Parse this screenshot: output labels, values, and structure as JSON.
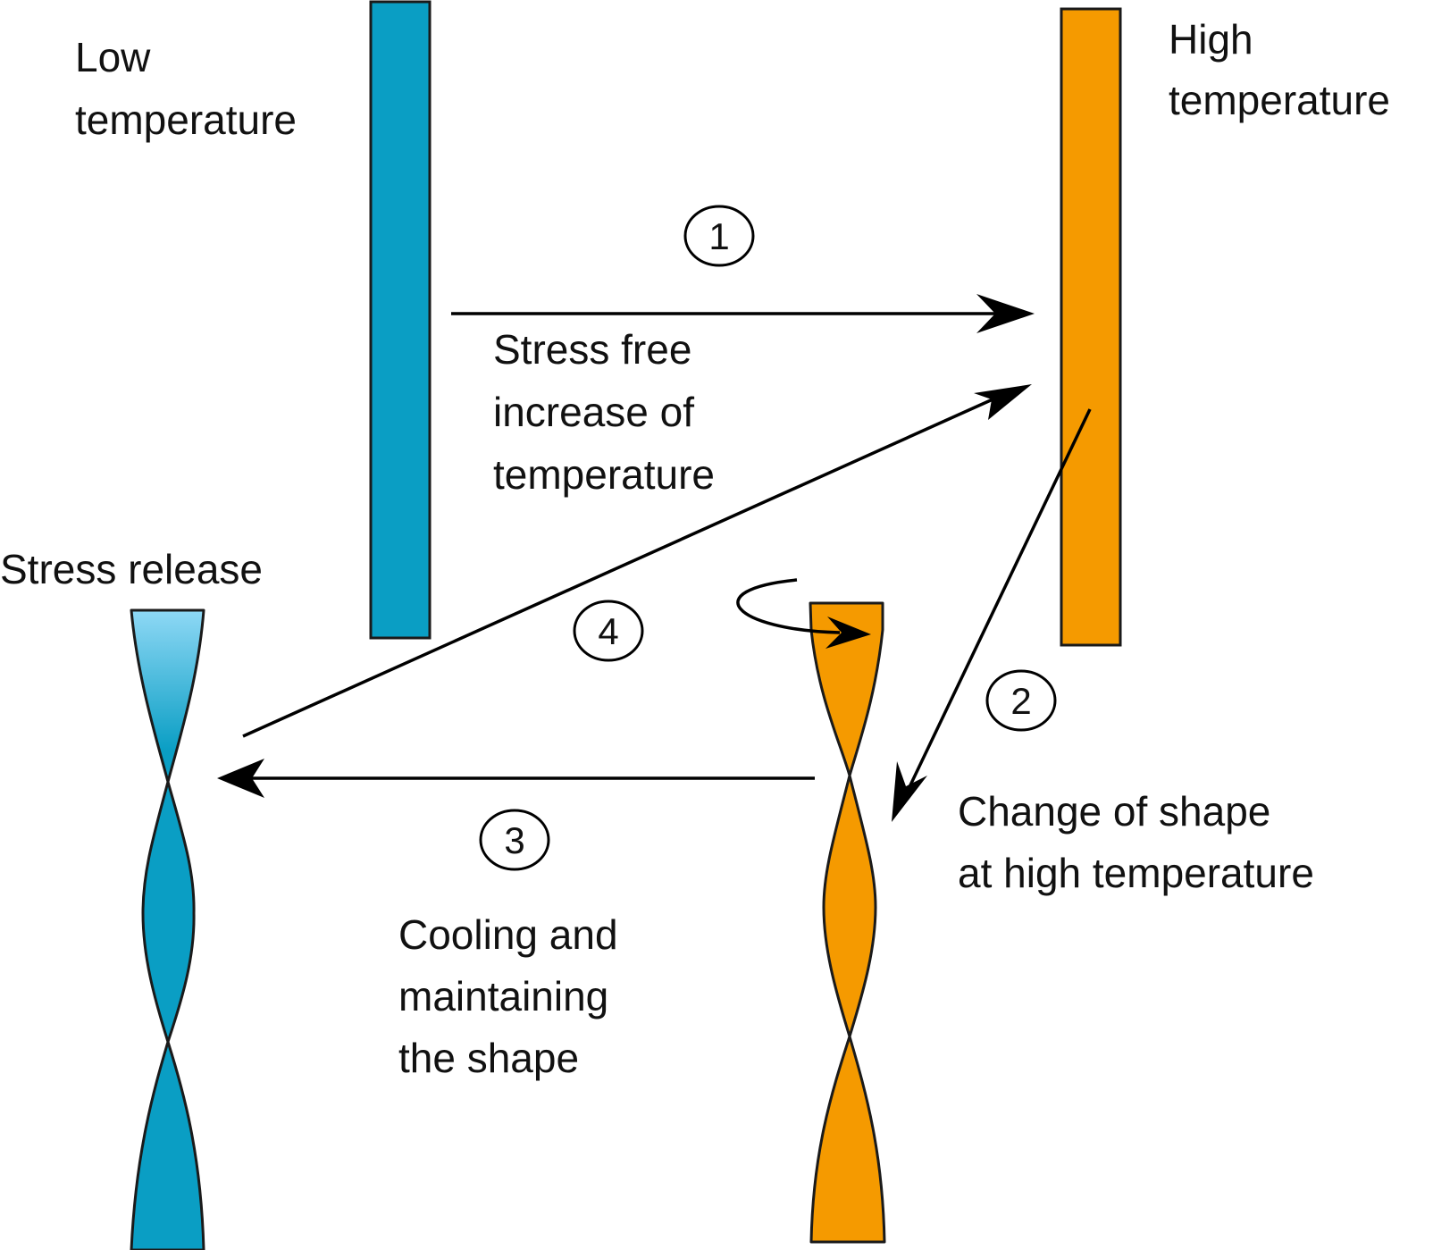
{
  "labels": {
    "low_temp": [
      "Low",
      "temperature"
    ],
    "high_temp": [
      "High",
      "temperature"
    ],
    "stress_free": [
      "Stress free",
      "increase of",
      "temperature"
    ],
    "stress_release": "Stress release",
    "change_shape": [
      "Change of shape",
      "at high temperature"
    ],
    "cooling": [
      "Cooling and",
      "maintaining",
      "the shape"
    ]
  },
  "steps": [
    "1",
    "2",
    "3",
    "4"
  ],
  "colors": {
    "blue": "#0a9ec4",
    "blue_light": "#7fd3f2",
    "orange": "#f59a00",
    "outline": "#1a1a1a"
  }
}
